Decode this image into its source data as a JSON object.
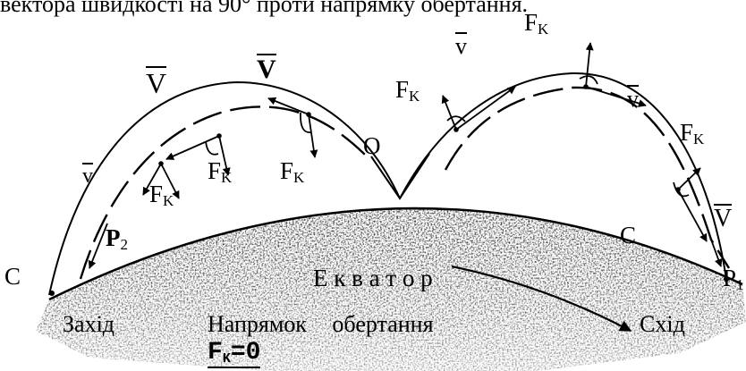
{
  "header_fragment": "вектора швидкості на 90° проти напрямку обертання.",
  "labels": {
    "v_left_large": "V",
    "v_top_bold": "V",
    "v_left_small": "v",
    "v_top_right": "v",
    "v_right_1": "v",
    "v_right_2": "V",
    "fk_top_right": "F",
    "fk_top_middle": "F",
    "fk_right": "F",
    "fk_left_inner": "F",
    "fk_left_mid": "F",
    "fk_left_right": "F",
    "fk_sub": "K",
    "point_o": "O",
    "p2": "P",
    "p2_sub": "2",
    "p1": "P",
    "p1_sub": "1",
    "c_left": "C",
    "c_right": "C",
    "equator": "Е к в а т о р",
    "west": "Захід",
    "rotation": "Напрямок обертання",
    "east": "Схід",
    "fk_zero": "F",
    "fk_zero_sub": "K",
    "fk_zero_eq": "=0"
  }
}
